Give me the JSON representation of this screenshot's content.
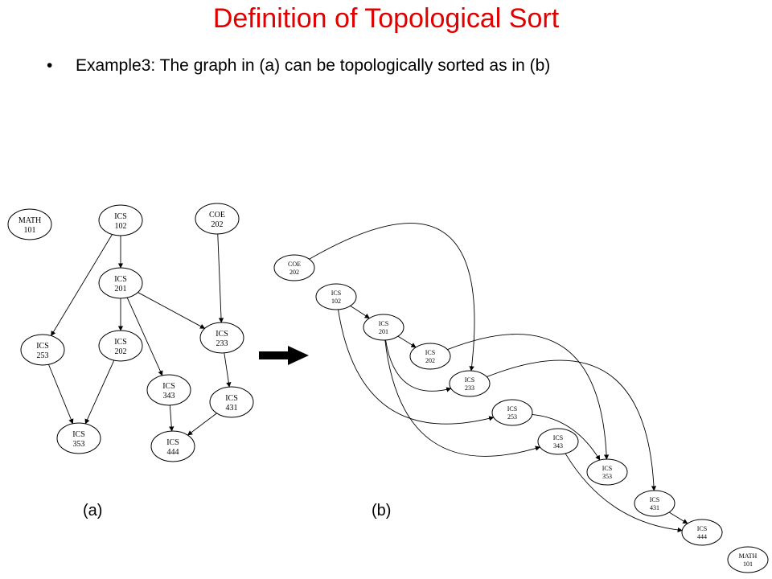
{
  "title": "Definition of Topological Sort",
  "bullet": "Example3: The graph in (a) can be topologically sorted as in (b)",
  "caption_a": "(a)",
  "caption_b": "(b)",
  "colors": {
    "title": "#e00000",
    "ink": "#000000"
  },
  "graph_a": {
    "nodes": [
      {
        "id": "math101",
        "line1": "MATH",
        "line2": "101"
      },
      {
        "id": "ics102",
        "line1": "ICS",
        "line2": "102"
      },
      {
        "id": "coe202",
        "line1": "COE",
        "line2": "202"
      },
      {
        "id": "ics201",
        "line1": "ICS",
        "line2": "201"
      },
      {
        "id": "ics253",
        "line1": "ICS",
        "line2": "253"
      },
      {
        "id": "ics202",
        "line1": "ICS",
        "line2": "202"
      },
      {
        "id": "ics233",
        "line1": "ICS",
        "line2": "233"
      },
      {
        "id": "ics343",
        "line1": "ICS",
        "line2": "343"
      },
      {
        "id": "ics431",
        "line1": "ICS",
        "line2": "431"
      },
      {
        "id": "ics353",
        "line1": "ICS",
        "line2": "353"
      },
      {
        "id": "ics444",
        "line1": "ICS",
        "line2": "444"
      }
    ],
    "edges": [
      [
        "ics102",
        "ics201"
      ],
      [
        "ics102",
        "ics253"
      ],
      [
        "coe202",
        "ics233"
      ],
      [
        "ics201",
        "ics202"
      ],
      [
        "ics201",
        "ics233"
      ],
      [
        "ics201",
        "ics343"
      ],
      [
        "ics253",
        "ics353"
      ],
      [
        "ics202",
        "ics353"
      ],
      [
        "ics233",
        "ics431"
      ],
      [
        "ics343",
        "ics444"
      ],
      [
        "ics431",
        "ics444"
      ]
    ]
  },
  "graph_b": {
    "nodes": [
      {
        "id": "coe202",
        "line1": "COE",
        "line2": "202"
      },
      {
        "id": "ics102",
        "line1": "ICS",
        "line2": "102"
      },
      {
        "id": "ics201",
        "line1": "ICS",
        "line2": "201"
      },
      {
        "id": "ics202",
        "line1": "ICS",
        "line2": "202"
      },
      {
        "id": "ics233",
        "line1": "ICS",
        "line2": "233"
      },
      {
        "id": "ics253",
        "line1": "ICS",
        "line2": "253"
      },
      {
        "id": "ics343",
        "line1": "ICS",
        "line2": "343"
      },
      {
        "id": "ics353",
        "line1": "ICS",
        "line2": "353"
      },
      {
        "id": "ics431",
        "line1": "ICS",
        "line2": "431"
      },
      {
        "id": "ics444",
        "line1": "ICS",
        "line2": "444"
      },
      {
        "id": "math101",
        "line1": "MATH",
        "line2": "101"
      }
    ],
    "edges": [
      [
        "coe202",
        "ics233"
      ],
      [
        "ics102",
        "ics201"
      ],
      [
        "ics102",
        "ics253"
      ],
      [
        "ics201",
        "ics202"
      ],
      [
        "ics201",
        "ics233"
      ],
      [
        "ics201",
        "ics343"
      ],
      [
        "ics202",
        "ics353"
      ],
      [
        "ics233",
        "ics431"
      ],
      [
        "ics253",
        "ics353"
      ],
      [
        "ics343",
        "ics444"
      ],
      [
        "ics431",
        "ics444"
      ]
    ]
  }
}
